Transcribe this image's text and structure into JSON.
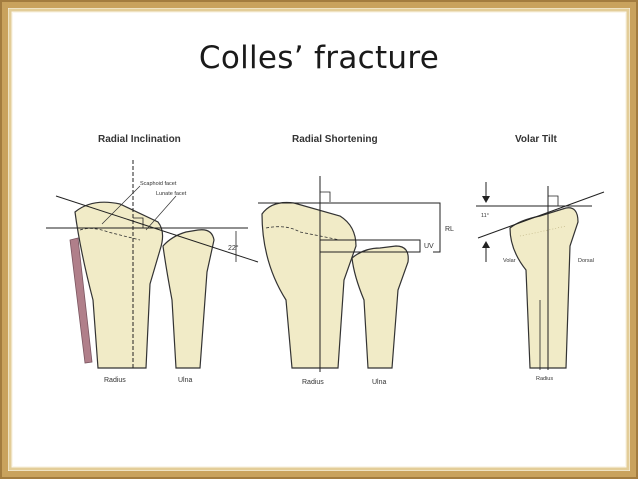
{
  "slide": {
    "title": "Colles’ fracture"
  },
  "panels": {
    "radial_inclination": {
      "title": "Radial Inclination",
      "scaphoid_facet": "Scaphoid facet",
      "lunate_facet": "Lunate facet",
      "angle": "22°",
      "radius": "Radius",
      "ulna": "Ulna"
    },
    "radial_shortening": {
      "title": "Radial Shortening",
      "rl": "RL",
      "uv": "UV",
      "radius": "Radius",
      "ulna": "Ulna"
    },
    "volar_tilt": {
      "title": "Volar Tilt",
      "angle": "11°",
      "volar": "Volar",
      "dorsal": "Dorsal",
      "radius": "Radius"
    }
  },
  "colors": {
    "frame": "#c9a25d",
    "bone": "#f1ebc7",
    "bone_shade": "#e2d7a6",
    "outline": "#333333",
    "muscle": "#b07f8a"
  }
}
